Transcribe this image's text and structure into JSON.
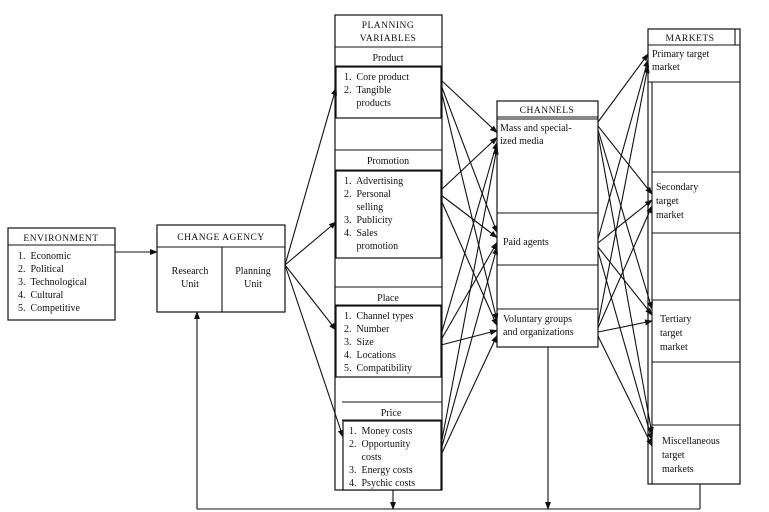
{
  "environment": {
    "title": "ENVIRONMENT",
    "items": [
      "1.  Economic",
      "2.  Political",
      "3.  Technological",
      "4.  Cultural",
      "5.  Competitive"
    ]
  },
  "change_agency": {
    "title": "CHANGE AGENCY",
    "research": [
      "Research",
      "Unit"
    ],
    "planning": [
      "Planning",
      "Unit"
    ]
  },
  "planning_variables": {
    "title": [
      "PLANNING",
      "VARIABLES"
    ],
    "product": {
      "label": "Product",
      "items": [
        "1.  Core product",
        "2.  Tangible",
        "     products"
      ]
    },
    "promotion": {
      "label": "Promotion",
      "items": [
        "1.  Advertising",
        "2.  Personal",
        "     selling",
        "3.  Publicity",
        "4.  Sales",
        "     promotion"
      ]
    },
    "place": {
      "label": "Place",
      "items": [
        "1.  Channel types",
        "2.  Number",
        "3.  Size",
        "4.  Locations",
        "5.  Compatibility"
      ]
    },
    "price": {
      "label": "Price",
      "items": [
        "1.  Money costs",
        "2.  Opportunity",
        "     costs",
        "3.  Energy costs",
        "4.  Psychic costs"
      ]
    }
  },
  "channels": {
    "title": "CHANNELS",
    "items": [
      [
        "Mass and special-",
        "ized media"
      ],
      [
        "Paid agents"
      ],
      [
        "Voluntary groups",
        "and organizations"
      ]
    ]
  },
  "markets": {
    "title": "MARKETS",
    "items": [
      [
        "Primary target",
        "market"
      ],
      [
        "Secondary",
        "target",
        "market"
      ],
      [
        "Tertiary",
        "target",
        "market"
      ],
      [
        "Miscellaneous",
        "target",
        "markets"
      ]
    ]
  }
}
